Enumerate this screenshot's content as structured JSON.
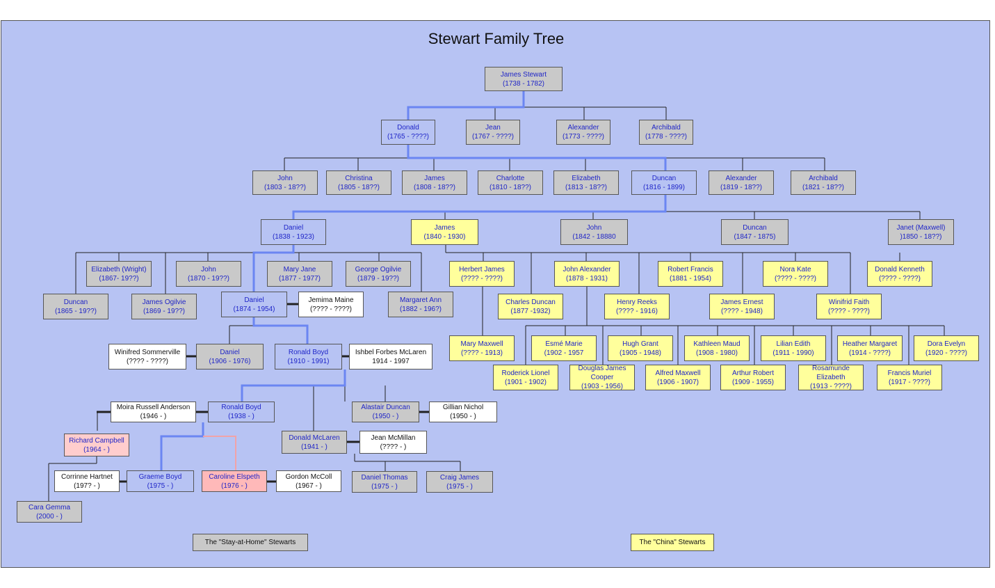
{
  "title": "Stewart Family Tree",
  "colors": {
    "lineage": "#6b86f2",
    "pink_line": "#f1a3a8",
    "grey_node": "#c9c9c9",
    "yellow_node": "#ffff9c",
    "background": "#b7c3f3",
    "pink_node": "#ffb9b9"
  },
  "legend": {
    "stay_at_home": "The \"Stay-at-Home\" Stewarts",
    "china": "The \"China\" Stewarts"
  },
  "people": {
    "james1738": {
      "name": "James Stewart",
      "dates": "(1738 - 1782)"
    },
    "donald1765": {
      "name": "Donald",
      "dates": "(1765 - ????)"
    },
    "jean1767": {
      "name": "Jean",
      "dates": "(1767 - ????)"
    },
    "alexander1773": {
      "name": "Alexander",
      "dates": "(1773 - ????)"
    },
    "archibald1778": {
      "name": "Archibald",
      "dates": "(1778 - ????)"
    },
    "john1803": {
      "name": "John",
      "dates": "(1803 - 18??)"
    },
    "christina1805": {
      "name": "Christina",
      "dates": "(1805 - 18??)"
    },
    "james1808": {
      "name": "James",
      "dates": "(1808 - 18??)"
    },
    "charlotte1810": {
      "name": "Charlotte",
      "dates": "(1810 - 18??)"
    },
    "elizabeth1813": {
      "name": "Elizabeth",
      "dates": "(1813 - 18??)"
    },
    "duncan1816": {
      "name": "Duncan",
      "dates": "(1816 - 1899)"
    },
    "alexander1819": {
      "name": "Alexander",
      "dates": "(1819 - 18??)"
    },
    "archibald1821": {
      "name": "Archibald",
      "dates": "(1821 - 18??)"
    },
    "daniel1838": {
      "name": "Daniel",
      "dates": "(1838 - 1923)"
    },
    "james1840": {
      "name": "James",
      "dates": "(1840 - 1930)"
    },
    "john1842": {
      "name": "John",
      "dates": "(1842 - 18880"
    },
    "duncan1847": {
      "name": "Duncan",
      "dates": "(1847 - 1875)"
    },
    "janet1850": {
      "name": "Janet (Maxwell)",
      "dates": ")1850 - 18??)"
    },
    "elizabeth1867": {
      "name": "Elizabeth (Wright)",
      "dates": "(1867- 19??)"
    },
    "john1870": {
      "name": "John",
      "dates": "(1870 - 19??)"
    },
    "maryjane1877": {
      "name": "Mary Jane",
      "dates": "(1877 - 1977)"
    },
    "george1879": {
      "name": "George Ogilvie",
      "dates": "(1879 - 19??)"
    },
    "duncan1865": {
      "name": "Duncan",
      "dates": "(1865 - 19??)"
    },
    "jamesogilvie1869": {
      "name": "James Ogilvie",
      "dates": "(1869 - 19??)"
    },
    "daniel1874": {
      "name": "Daniel",
      "dates": "(1874 - 1954)"
    },
    "jemima": {
      "name": "Jemima Maine",
      "dates": "(???? - ????)"
    },
    "margaretann1882": {
      "name": "Margaret Ann",
      "dates": "(1882 - 196?)"
    },
    "herbertjames": {
      "name": "Herbert James",
      "dates": "(???? - ????)"
    },
    "johnalexander1878": {
      "name": "John Alexander",
      "dates": "(1878 - 1931)"
    },
    "robertfrancis1881": {
      "name": "Robert Francis",
      "dates": "(1881 - 1954)"
    },
    "norakate": {
      "name": "Nora Kate",
      "dates": "(???? - ????)"
    },
    "donaldkenneth": {
      "name": "Donald Kenneth",
      "dates": "(???? - ????)"
    },
    "charlesduncan1877": {
      "name": "Charles Duncan",
      "dates": "(1877 -1932)"
    },
    "henryreeks": {
      "name": "Henry Reeks",
      "dates": "(???? - 1916)"
    },
    "jamesernest": {
      "name": "James Ernest",
      "dates": "(???? - 1948)"
    },
    "winifredfaith": {
      "name": "Winifrid Faith",
      "dates": "(???? - ????)"
    },
    "marymaxwell": {
      "name": "Mary Maxwell",
      "dates": "(???? - 1913)"
    },
    "esmemarie": {
      "name": "Esmé Marie",
      "dates": "(1902 - 1957"
    },
    "hughgrant": {
      "name": "Hugh Grant",
      "dates": "(1905 - 1948)"
    },
    "kathleenmaud": {
      "name": "Kathleen Maud",
      "dates": "(1908 - 1980)"
    },
    "lilianedith": {
      "name": "Lilian Edith",
      "dates": "(1911 - 1990)"
    },
    "heathermargaret": {
      "name": "Heather Margaret",
      "dates": "(1914 - ????)"
    },
    "doraevelyn": {
      "name": "Dora Evelyn",
      "dates": "(1920 - ????)"
    },
    "rodericklionel": {
      "name": "Roderick Lionel",
      "dates": "(1901 - 1902)"
    },
    "douglasjames": {
      "name": "Douglas James",
      "name2": "Cooper",
      "dates": "(1903 - 1956)"
    },
    "alfredmaxwell": {
      "name": "Alfred Maxwell",
      "dates": "(1906 - 1907)"
    },
    "arthurrobert": {
      "name": "Arthur Robert",
      "dates": "(1909 - 1955)"
    },
    "rosamunde": {
      "name": "Rosamunde",
      "name2": "Elizabeth",
      "dates": "(1913 - ????)"
    },
    "francismuriel": {
      "name": "Francis Muriel",
      "dates": "(1917 - ????)"
    },
    "winifredsommerville": {
      "name": "Winifred Sommerville",
      "dates": "(???? - ????)"
    },
    "daniel1906": {
      "name": "Daniel",
      "dates": "(1906 - 1976)"
    },
    "ronaldboyd1910": {
      "name": "Ronald Boyd",
      "dates": "(1910 - 1991)"
    },
    "ishbel": {
      "name": "Ishbel Forbes McLaren",
      "dates": "1914 - 1997"
    },
    "moira": {
      "name": "Moira Russell Anderson",
      "dates": "(1946 -     )"
    },
    "ronaldboyd1938": {
      "name": "Ronald Boyd",
      "dates": "(1938 -     )"
    },
    "alastair1950": {
      "name": "Alastair Duncan",
      "dates": "(1950 -     )"
    },
    "gillian1950": {
      "name": "Gillian Nichol",
      "dates": "(1950 -     )"
    },
    "richard1964": {
      "name": "Richard Campbell",
      "dates": "(1964 -     )"
    },
    "donaldmclaren1941": {
      "name": "Donald McLaren",
      "dates": "(1941 -     )"
    },
    "jeanmcmillan": {
      "name": "Jean McMillan",
      "dates": "(???? -     )"
    },
    "corinne": {
      "name": "Corrinne Hartnet",
      "dates": "(197? -     )"
    },
    "graeme1975": {
      "name": "Graeme Boyd",
      "dates": "(1975 -     )"
    },
    "caroline1976": {
      "name": "Caroline Elspeth",
      "dates": "(1976 -     )"
    },
    "gordon1967": {
      "name": "Gordon McColl",
      "dates": "(1967 -     )"
    },
    "danielthomas1975": {
      "name": "Daniel Thomas",
      "dates": "(1975 -     )"
    },
    "craigjames1975": {
      "name": "Craig James",
      "dates": "(1975 -     )"
    },
    "cara2000": {
      "name": "Cara Gemma",
      "dates": "(2000 -     )"
    }
  }
}
